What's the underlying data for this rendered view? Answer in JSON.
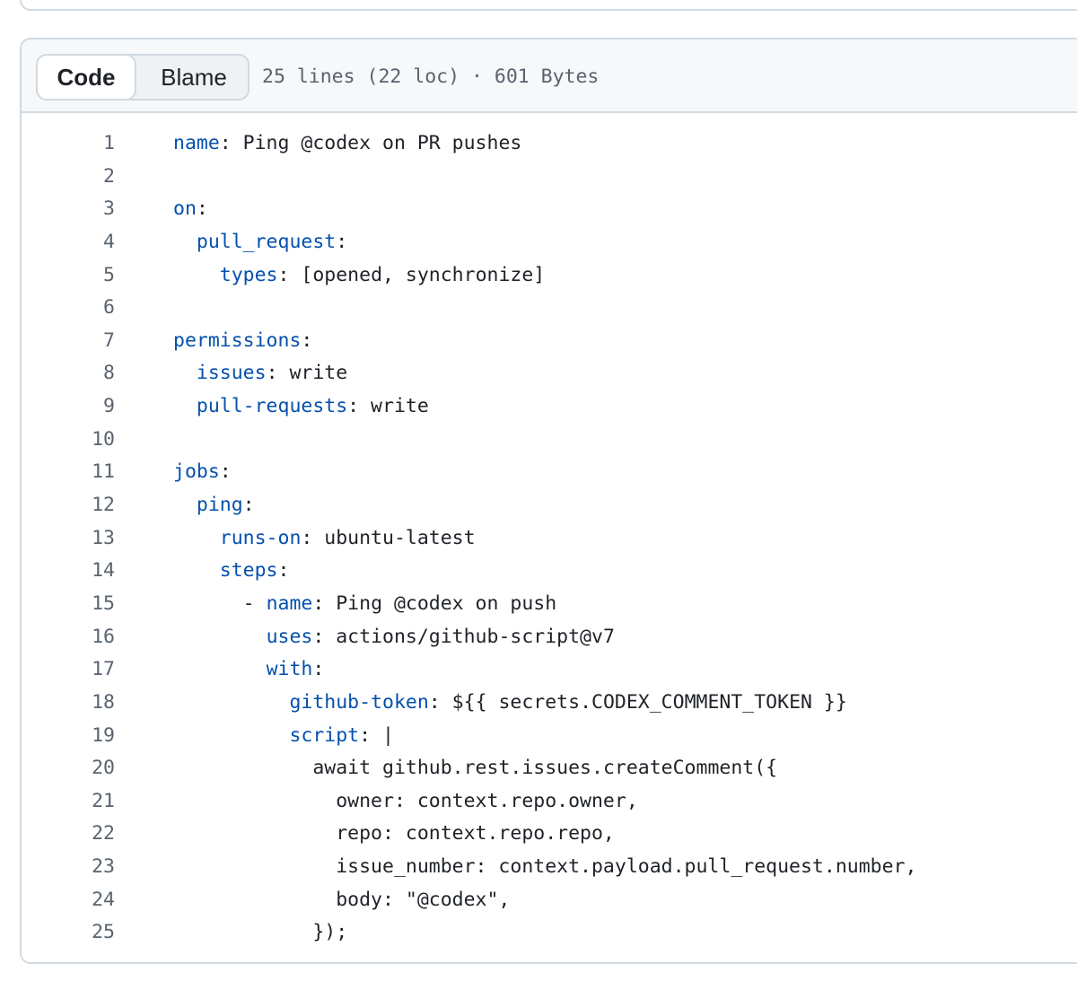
{
  "file_view": {
    "tabs": {
      "code_label": "Code",
      "blame_label": "Blame"
    },
    "meta": "25 lines (22 loc) · 601 Bytes",
    "colors": {
      "key": "#0550ae",
      "text": "#1f2328",
      "line_number": "#59636e",
      "border": "#d1d9e0",
      "header_bg": "#f6f8fa"
    },
    "lines": [
      {
        "n": "1",
        "indent": "",
        "key": "name",
        "rest": ": Ping @codex on PR pushes"
      },
      {
        "n": "2",
        "indent": "",
        "key": "",
        "rest": ""
      },
      {
        "n": "3",
        "indent": "",
        "key": "on",
        "rest": ":"
      },
      {
        "n": "4",
        "indent": "  ",
        "key": "pull_request",
        "rest": ":"
      },
      {
        "n": "5",
        "indent": "    ",
        "key": "types",
        "rest": ": [opened, synchronize]"
      },
      {
        "n": "6",
        "indent": "",
        "key": "",
        "rest": ""
      },
      {
        "n": "7",
        "indent": "",
        "key": "permissions",
        "rest": ":"
      },
      {
        "n": "8",
        "indent": "  ",
        "key": "issues",
        "rest": ": write"
      },
      {
        "n": "9",
        "indent": "  ",
        "key": "pull-requests",
        "rest": ": write"
      },
      {
        "n": "10",
        "indent": "",
        "key": "",
        "rest": ""
      },
      {
        "n": "11",
        "indent": "",
        "key": "jobs",
        "rest": ":"
      },
      {
        "n": "12",
        "indent": "  ",
        "key": "ping",
        "rest": ":"
      },
      {
        "n": "13",
        "indent": "    ",
        "key": "runs-on",
        "rest": ": ubuntu-latest"
      },
      {
        "n": "14",
        "indent": "    ",
        "key": "steps",
        "rest": ":"
      },
      {
        "n": "15",
        "indent": "      - ",
        "key": "name",
        "rest": ": Ping @codex on push"
      },
      {
        "n": "16",
        "indent": "        ",
        "key": "uses",
        "rest": ": actions/github-script@v7"
      },
      {
        "n": "17",
        "indent": "        ",
        "key": "with",
        "rest": ":"
      },
      {
        "n": "18",
        "indent": "          ",
        "key": "github-token",
        "rest": ": ${{ secrets.CODEX_COMMENT_TOKEN }}"
      },
      {
        "n": "19",
        "indent": "          ",
        "key": "script",
        "rest": ": |"
      },
      {
        "n": "20",
        "indent": "            ",
        "key": "",
        "rest": "await github.rest.issues.createComment({"
      },
      {
        "n": "21",
        "indent": "              ",
        "key": "",
        "rest": "owner: context.repo.owner,"
      },
      {
        "n": "22",
        "indent": "              ",
        "key": "",
        "rest": "repo: context.repo.repo,"
      },
      {
        "n": "23",
        "indent": "              ",
        "key": "",
        "rest": "issue_number: context.payload.pull_request.number,"
      },
      {
        "n": "24",
        "indent": "              ",
        "key": "",
        "rest": "body: \"@codex\","
      },
      {
        "n": "25",
        "indent": "            ",
        "key": "",
        "rest": "});"
      }
    ]
  }
}
